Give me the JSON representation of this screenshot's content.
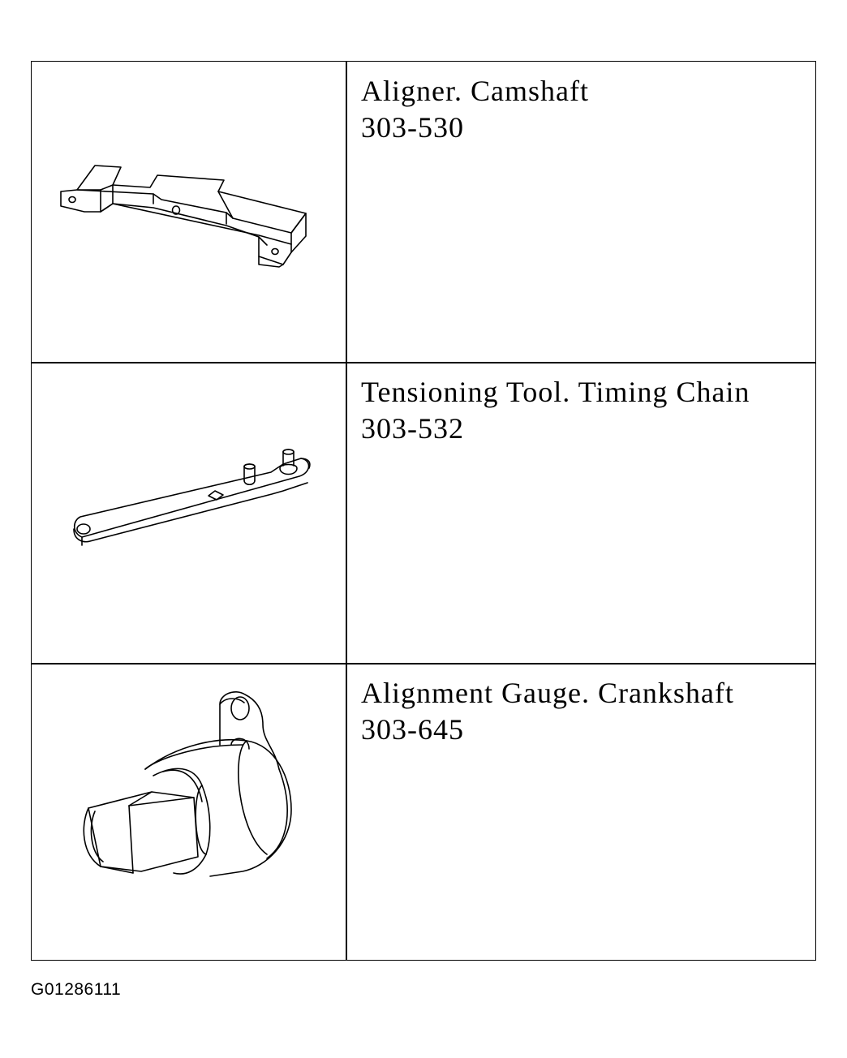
{
  "tools": [
    {
      "name": "Aligner. Camshaft",
      "number": "303-530",
      "illustration": "camshaft-aligner-illustration"
    },
    {
      "name": "Tensioning Tool. Timing Chain",
      "number": "303-532",
      "illustration": "tensioning-tool-illustration"
    },
    {
      "name": "Alignment Gauge. Crankshaft",
      "number": "303-645",
      "illustration": "crankshaft-alignment-gauge-illustration"
    }
  ],
  "figure_id": "G01286111"
}
